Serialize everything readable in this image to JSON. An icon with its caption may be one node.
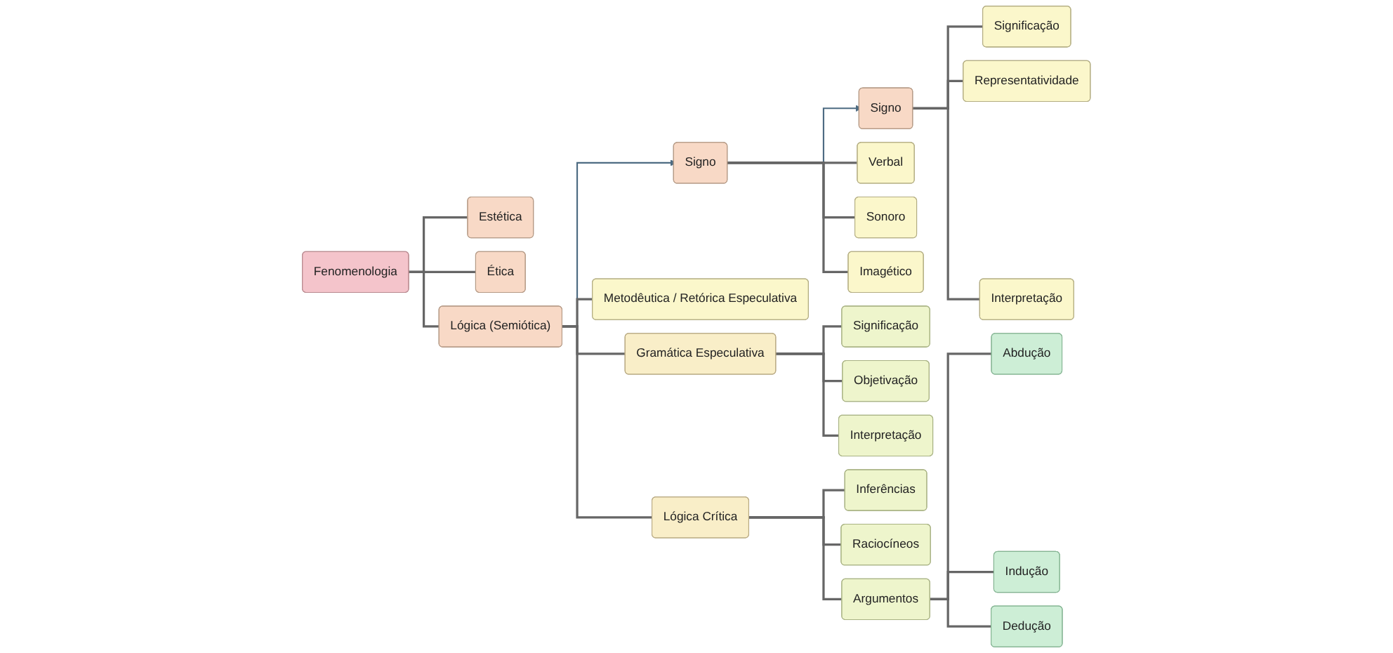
{
  "diagram": {
    "nodes": [
      {
        "text": [
          "Fenomenologia"
        ]
      },
      {
        "text": [
          "Significação"
        ]
      },
      {
        "text": [
          "Estética"
        ]
      },
      {
        "text": [
          "Ética"
        ]
      },
      {
        "text": [
          "Signo"
        ]
      },
      {
        "text": [
          "Representatividade"
        ]
      },
      {
        "text": [
          "Signo"
        ]
      },
      {
        "text": [
          "Lógica (Semiótica)"
        ]
      },
      {
        "text": [
          "Metodêutica / Retórica Especulativa"
        ]
      },
      {
        "text": [
          "Interpretação"
        ]
      },
      {
        "text": [
          "Verbal"
        ]
      },
      {
        "text": [
          "Imagético"
        ]
      },
      {
        "text": [
          "Inferências"
        ]
      },
      {
        "text": [
          "Sonoro"
        ]
      },
      {
        "text": [
          "Gramática Especulativa"
        ]
      },
      {
        "text": [
          "Lógica Crítica"
        ]
      },
      {
        "text": [
          "Raciocíneos"
        ]
      },
      {
        "text": [
          "Significação"
        ]
      },
      {
        "text": [
          "Objetivação"
        ]
      },
      {
        "text": [
          "Interpretação"
        ]
      },
      {
        "text": [
          "Argumentos"
        ]
      },
      {
        "text": [
          "Abdução"
        ]
      },
      {
        "text": [
          "Dedução"
        ]
      },
      {
        "text": [
          "Indução"
        ]
      }
    ],
    "edges": [
      {
        "from": 0,
        "to": 2,
        "arrow": "none"
      },
      {
        "from": 0,
        "to": 3,
        "arrow": "none"
      },
      {
        "from": 0,
        "to": 7,
        "arrow": "none"
      },
      {
        "from": 7,
        "to": 6,
        "arrow": "to",
        "color": "#4d6b82"
      },
      {
        "from": 6,
        "to": 4,
        "arrow": "to",
        "color": "#4d6b82"
      },
      {
        "from": 4,
        "to": 1,
        "arrow": "none"
      },
      {
        "from": 4,
        "to": 5,
        "arrow": "none"
      },
      {
        "from": 4,
        "to": 9,
        "arrow": "none"
      },
      {
        "from": 6,
        "to": 10,
        "arrow": "none"
      },
      {
        "from": 6,
        "to": 13,
        "arrow": "none"
      },
      {
        "from": 6,
        "to": 11,
        "arrow": "none"
      },
      {
        "from": 7,
        "to": 8,
        "arrow": "none"
      },
      {
        "from": 7,
        "to": 14,
        "arrow": "none"
      },
      {
        "from": 7,
        "to": 15,
        "arrow": "none"
      },
      {
        "from": 14,
        "to": 17,
        "arrow": "none"
      },
      {
        "from": 14,
        "to": 18,
        "arrow": "none"
      },
      {
        "from": 14,
        "to": 19,
        "arrow": "none"
      },
      {
        "from": 15,
        "to": 12,
        "arrow": "none"
      },
      {
        "from": 15,
        "to": 16,
        "arrow": "none"
      },
      {
        "from": 15,
        "to": 20,
        "arrow": "none"
      },
      {
        "from": 20,
        "to": 21,
        "arrow": "none"
      },
      {
        "from": 20,
        "to": 23,
        "arrow": "none"
      },
      {
        "from": 20,
        "to": 22,
        "arrow": "none"
      }
    ]
  }
}
